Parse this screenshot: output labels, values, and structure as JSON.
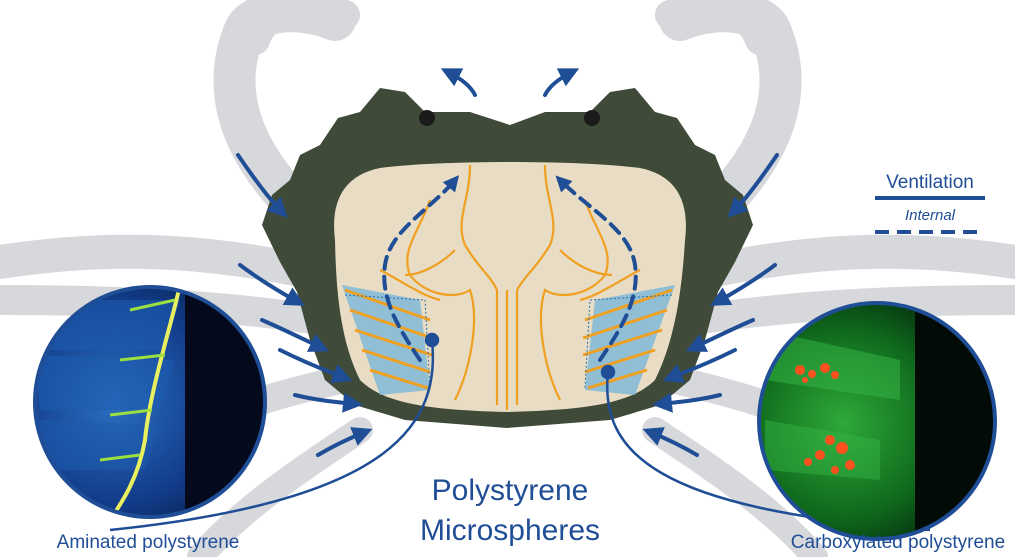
{
  "title": {
    "line1": "Polystyrene",
    "line2": "Microspheres"
  },
  "legend": {
    "ventilation_label": "Ventilation",
    "internal_label": "Internal"
  },
  "insets": {
    "left_label": "Aminated polystyrene",
    "right_label": "Carboxylated polystyrene"
  },
  "colors": {
    "crab_silhouette": "#d6d8dc",
    "carapace": "#3f4a38",
    "inner_shell": "#e8dcc4",
    "anatomy_lines": "#f0a020",
    "gills": "#7fb8d8",
    "arrows": "#1f4e96"
  }
}
